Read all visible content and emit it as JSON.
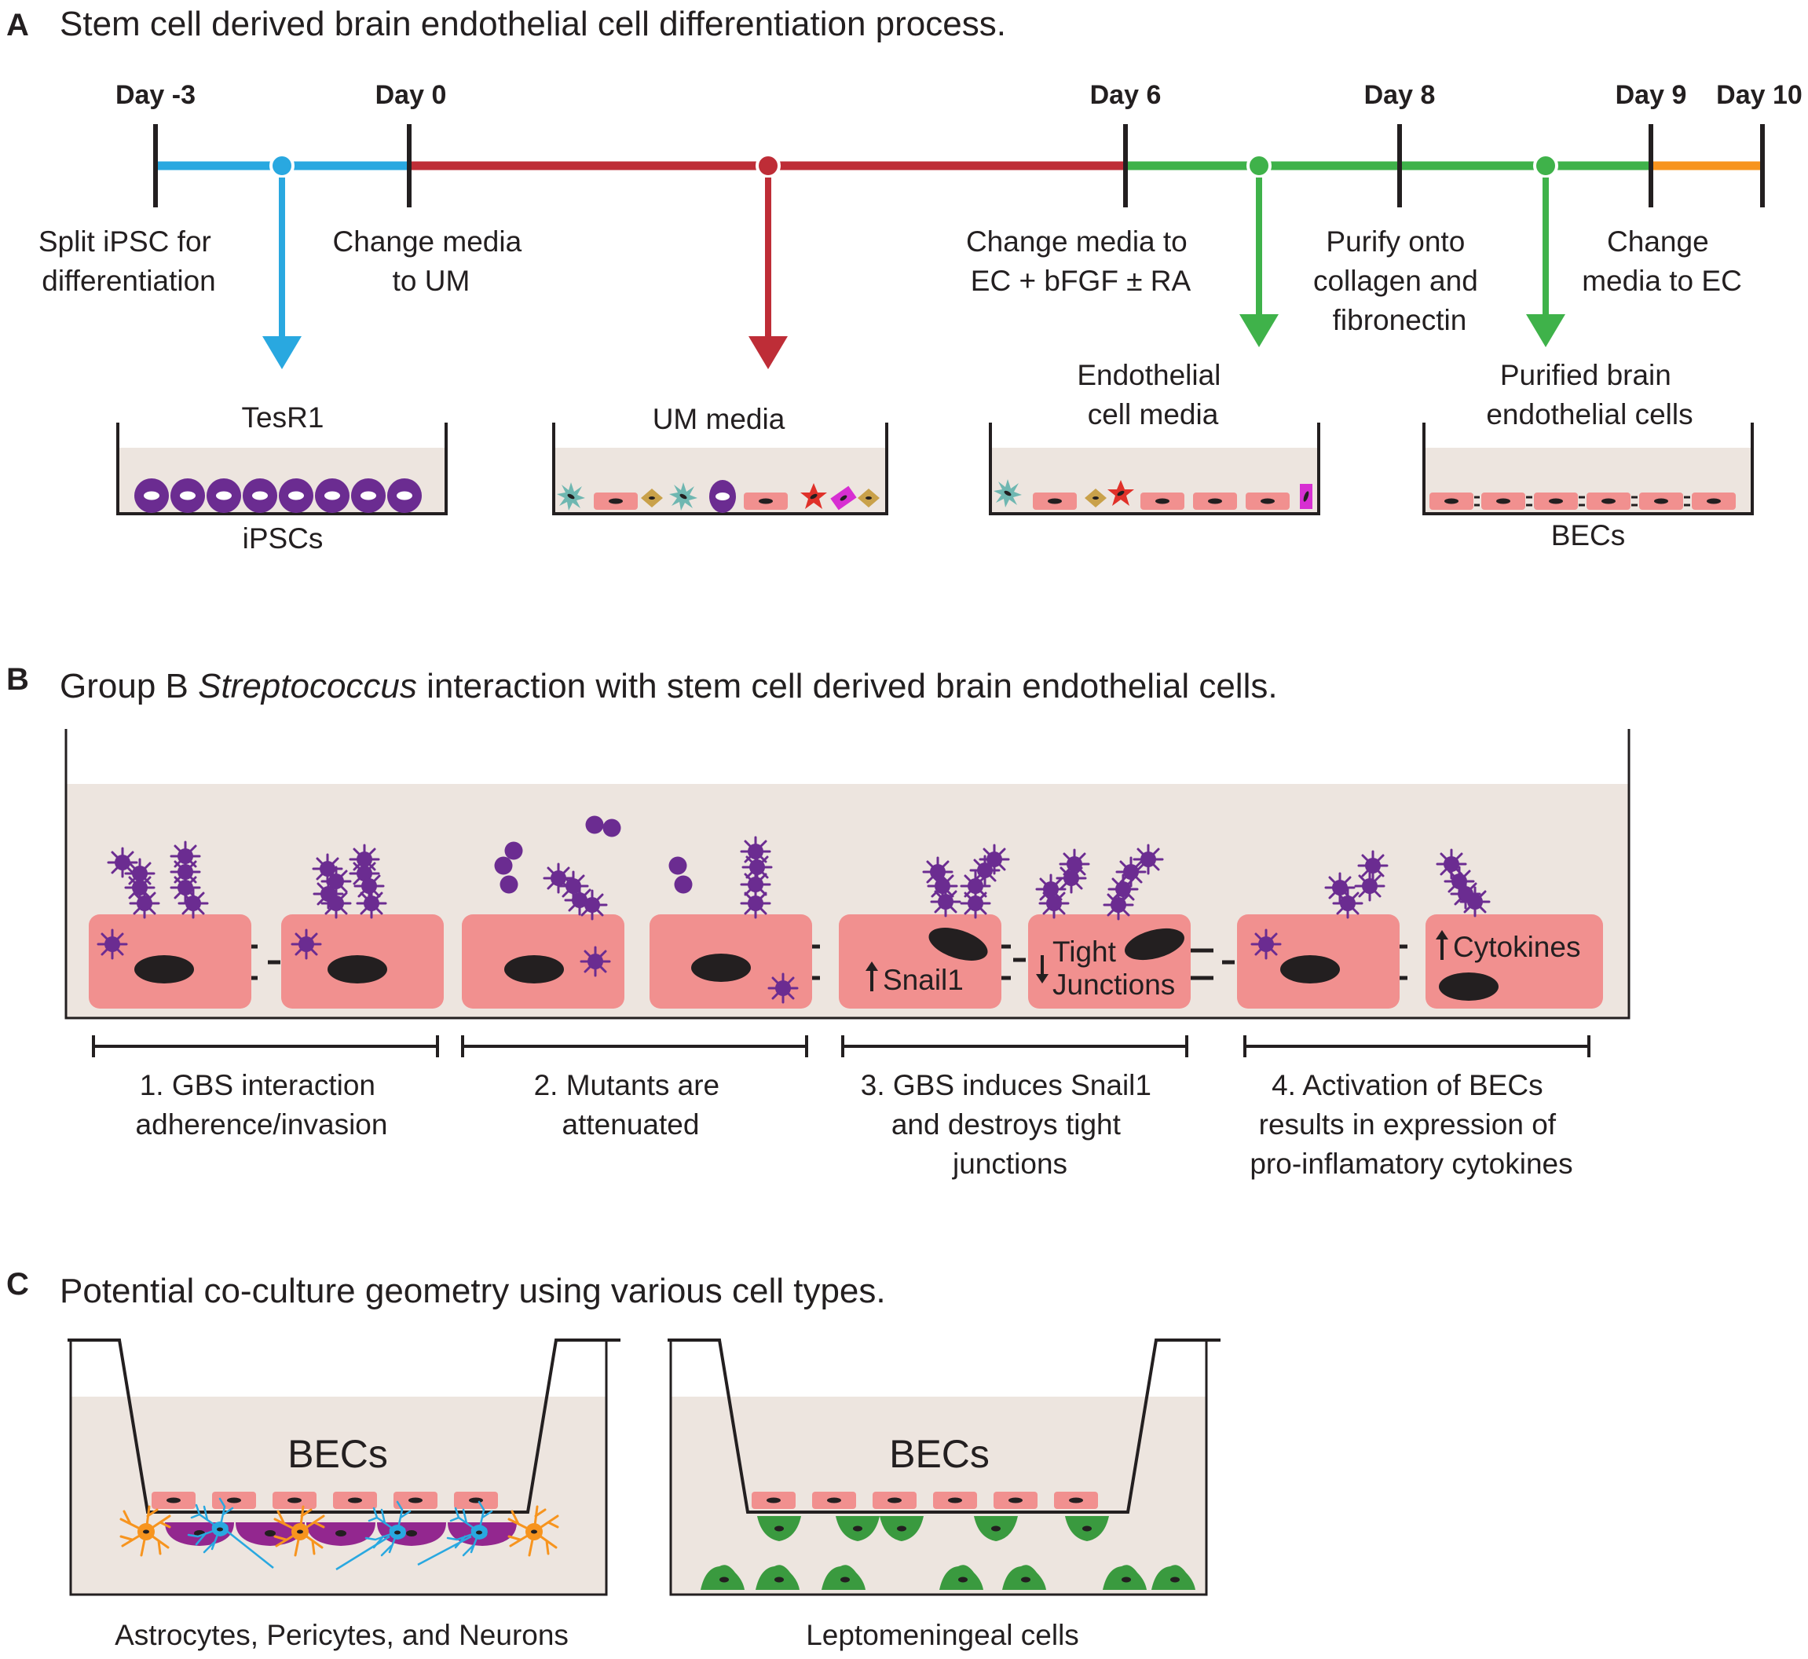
{
  "panel_a": {
    "label": "A",
    "title": "Stem cell derived brain endothelial cell differentiation process.",
    "days": [
      "Day -3",
      "Day 0",
      "Day 6",
      "Day 8",
      "Day 9",
      "Day 10"
    ],
    "step_labels": [
      [
        "Split iPSC for",
        "differentiation"
      ],
      [
        "Change media",
        "to UM"
      ],
      [
        "Change media to",
        "EC + bFGF ± RA"
      ],
      [
        "Purify onto",
        "collagen and",
        "fibronectin"
      ],
      [
        "Change",
        "media to EC"
      ]
    ],
    "dish_titles": [
      [
        "TesR1"
      ],
      [
        "UM media"
      ],
      [
        "Endothelial",
        "cell media"
      ],
      [
        "Purified brain",
        "endothelial cells"
      ]
    ],
    "dish_captions": [
      "iPSCs",
      "BECs"
    ],
    "colors": {
      "phase1": "#29a8e0",
      "phase2": "#be2d37",
      "phase3": "#3fb24a",
      "phase4": "#f7941e",
      "cell": "#f1908f",
      "ipsc": "#6b2c91",
      "medium": "#ede5df"
    }
  },
  "panel_b": {
    "label": "B",
    "title_prefix": "Group B ",
    "title_italic": "Streptococcus",
    "title_suffix": " interaction with stem cell derived brain endothelial cells.",
    "in_cell_labels": {
      "snail": "Snail1",
      "tight": [
        "Tight",
        "Junctions"
      ],
      "cytokines": "Cytokines"
    },
    "stages": [
      [
        "1. GBS interaction",
        "adherence/invasion"
      ],
      [
        "2. Mutants are",
        "attenuated"
      ],
      [
        "3. GBS induces Snail1",
        "and destroys tight",
        "junctions"
      ],
      [
        "4. Activation of BECs",
        "results in expression of",
        "pro-inflamatory cytokines"
      ]
    ],
    "colors": {
      "gbs": "#6b2c91",
      "nucleus": "#231f20"
    }
  },
  "panel_c": {
    "label": "C",
    "title": "Potential co-culture geometry using various cell types.",
    "insert_label": "BECs",
    "captions": [
      "Astrocytes, Pericytes, and Neurons",
      "Leptomeningeal cells"
    ],
    "colors": {
      "pericyte": "#93278f",
      "astrocyte": "#f7941e",
      "neuron": "#29a8e0",
      "leptomeningeal": "#3a9a3f"
    }
  }
}
